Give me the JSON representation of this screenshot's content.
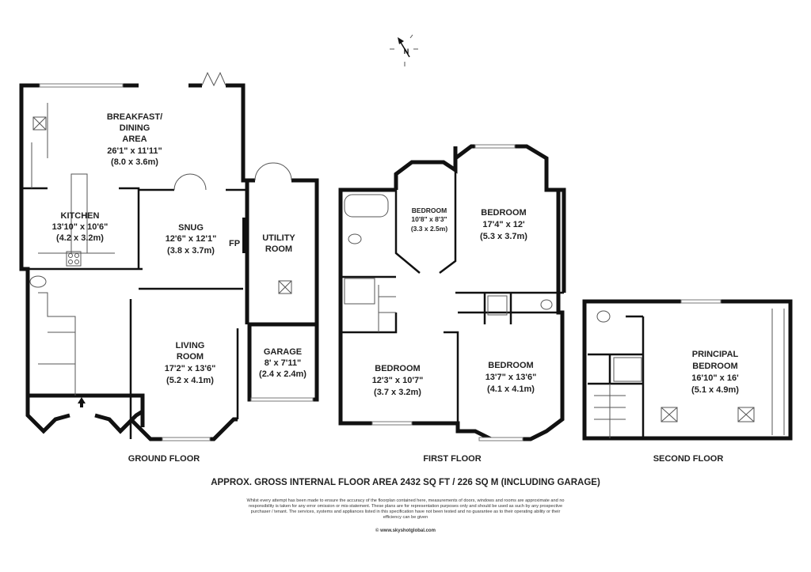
{
  "compass": {
    "icon": "north-arrow-icon",
    "label": "N"
  },
  "ground_floor": {
    "title": "GROUND FLOOR",
    "rooms": [
      {
        "name_lines": [
          "BREAKFAST/",
          "DINING",
          "AREA"
        ],
        "imperial": "26'1\" x 11'11\"",
        "metric": "(8.0 x 3.6m)"
      },
      {
        "name_lines": [
          "KITCHEN"
        ],
        "imperial": "13'10\" x 10'6\"",
        "metric": "(4.2 x 3.2m)"
      },
      {
        "name_lines": [
          "SNUG"
        ],
        "imperial": "12'6\" x 12'1\"",
        "metric": "(3.8 x 3.7m)"
      },
      {
        "name_lines": [
          "UTILITY",
          "ROOM"
        ]
      },
      {
        "name_lines": [
          "LIVING",
          "ROOM"
        ],
        "imperial": "17'2\" x 13'6\"",
        "metric": "(5.2 x 4.1m)"
      },
      {
        "name_lines": [
          "GARAGE"
        ],
        "imperial": "8' x 7'11\"",
        "metric": "(2.4 x 2.4m)"
      }
    ],
    "fireplace_label": "FP"
  },
  "first_floor": {
    "title": "FIRST FLOOR",
    "rooms": [
      {
        "name_lines": [
          "BEDROOM"
        ],
        "imperial": "10'8\" x 8'3\"",
        "metric": "(3.3 x 2.5m)"
      },
      {
        "name_lines": [
          "BEDROOM"
        ],
        "imperial": "17'4\" x 12'",
        "metric": "(5.3 x 3.7m)"
      },
      {
        "name_lines": [
          "BEDROOM"
        ],
        "imperial": "12'3\" x 10'7\"",
        "metric": "(3.7 x 3.2m)"
      },
      {
        "name_lines": [
          "BEDROOM"
        ],
        "imperial": "13'7\" x 13'6\"",
        "metric": "(4.1 x 4.1m)"
      }
    ]
  },
  "second_floor": {
    "title": "SECOND FLOOR",
    "rooms": [
      {
        "name_lines": [
          "PRINCIPAL",
          "BEDROOM"
        ],
        "imperial": "16'10\" x 16'",
        "metric": "(5.1 x 4.9m)"
      }
    ]
  },
  "footer": {
    "area": "APPROX. GROSS INTERNAL FLOOR AREA 2432 SQ FT / 226 SQ M (INCLUDING GARAGE)",
    "disclaimer": "Whilst every attempt has been made to ensure the accuracy of the floorplan contained here, measurements of doors, windows and rooms are approximate and no responsibility is taken for any error omission or mis-statement. These plans are for representation purposes only and should  be used as such by any prospective purchaser / tenant. The services, systems and appliances listed in this specification have not been tested and no guarantee as to their operating ability or their efficiency can be given",
    "website": "© www.skyshotglobal.com"
  }
}
